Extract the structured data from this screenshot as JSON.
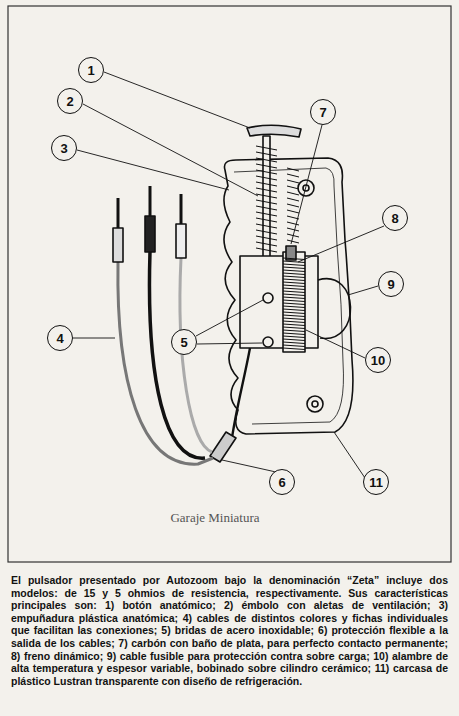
{
  "diagram": {
    "caption": "El pulsador presentado por Autozoom bajo la denominación “Zeta” incluye dos modelos: de 15 y 5 ohmios de resistencia, respectivamente. Sus características principales son: 1) botón anatómico; 2) émbolo con aletas de ventilación; 3) empuñadura plástica anatómica; 4) cables de distintos colores y fichas individuales que facilitan las conexiones; 5) bridas de acero inoxidable; 6) protección flexible a la salida de los cables; 7) carbón con baño de plata, para perfecto contacto permanente; 8) freno dinámico; 9) cable fusible para protección contra sobre carga; 10) alambre de alta temperatura y espesor variable, bobinado sobre cilindro cerámico; 11) carcasa de plástico Lustran transparente con diseño de refrigeración.",
    "nodes": [
      {
        "text": [
          "1"
        ]
      },
      {
        "text": [
          "2"
        ]
      },
      {
        "text": [
          "3"
        ]
      },
      {
        "text": [
          "4"
        ]
      },
      {
        "text": [
          "5"
        ]
      },
      {
        "text": [
          "6"
        ]
      },
      {
        "text": [
          "7"
        ]
      },
      {
        "text": [
          "8"
        ]
      },
      {
        "text": [
          "9"
        ]
      },
      {
        "text": [
          "10"
        ]
      },
      {
        "text": [
          "11"
        ]
      }
    ],
    "labels": [
      "Garaje Miniatura"
    ]
  }
}
